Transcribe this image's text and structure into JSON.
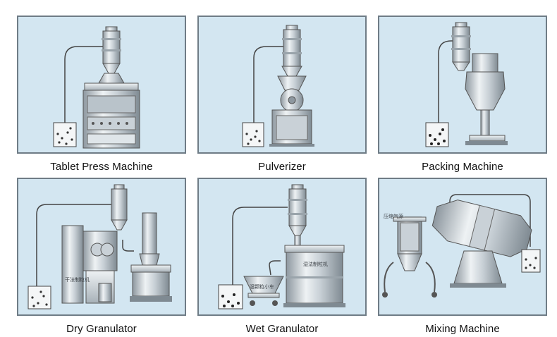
{
  "panels": [
    {
      "caption": "Tablet Press Machine"
    },
    {
      "caption": "Pulverizer"
    },
    {
      "caption": "Packing Machine"
    },
    {
      "caption": "Dry Granulator",
      "machine_label": "干法制粒机"
    },
    {
      "caption": "Wet Granulator",
      "machine_label": "湿法制粒机",
      "hopper_label": "湿颗粒小车"
    },
    {
      "caption": "Mixing Machine",
      "air_label": "压缩气源"
    }
  ],
  "colors": {
    "panel_bg": "#d3e6f1",
    "panel_border": "#6f7c86",
    "metal_light": "#e8edf0",
    "metal_mid": "#b9c3ca",
    "metal_dark": "#7f8a92"
  }
}
